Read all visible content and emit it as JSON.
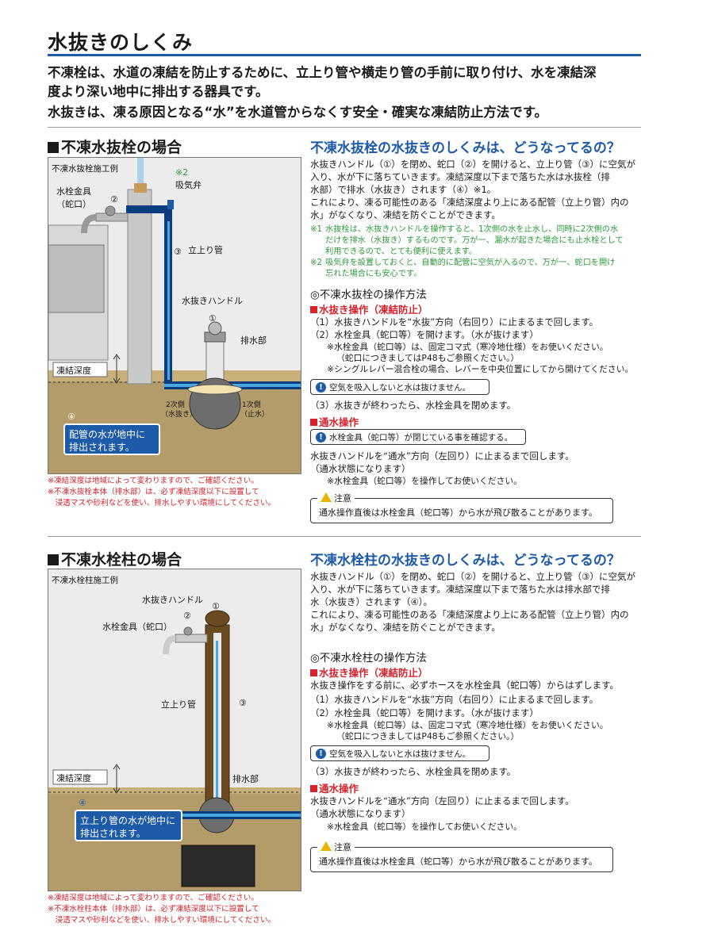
{
  "title": "水抜きのしくみ",
  "intro": [
    "不凍栓は、水道の凍結を防止するために、立上り管や横走り管の手前に取り付け、水を凍結深",
    "度より深い地中に排出する器具です。",
    "水抜きは、凍る原因となる“水”を水道管からなくす安全・確実な凍結防止方法です。"
  ],
  "colors": {
    "accent_blue": "#1d5aa8",
    "warning_red": "#d6222b",
    "note_green": "#2e9a3a"
  },
  "section1": {
    "heading": "不凍水抜栓の場合",
    "diagram": {
      "caption": "不凍水抜栓施工例",
      "label_faucet_a": "水栓金具",
      "label_faucet_b": "（蛇口）",
      "num_faucet": "②",
      "label_valve_num": "※2",
      "label_valve": "吸気弁",
      "num_pipe": "③",
      "label_pipe": "立上り管",
      "label_handle": "水抜きハンドル",
      "num_handle": "①",
      "label_drain": "排水部",
      "label_depth": "凍結深度",
      "label_secondary": "2次側",
      "label_secondary_sub": "（水抜き）",
      "label_primary": "1次側",
      "label_primary_sub": "（止水）",
      "num_discharge": "④",
      "discharge_line1": "配管の水が地中に",
      "discharge_line2": "排出されます。"
    },
    "notes": [
      "※凍結深度は地域によって変わりますので、ご確認ください。",
      "※不凍水抜栓本体（排水部）は、必ず凍結深度以下に設置して",
      "　浸透マスや砂利などを使い、排水しやすい環境にしてください。"
    ],
    "mech_heading": "不凍水抜栓の水抜きのしくみは、どうなってるの？",
    "mech_text": [
      "水抜きハンドル（①）を閉め、蛇口（②）を開けると、立上り管（③）に空気が",
      "入り、水が下に落ちていきます。凍結深度以下まで落ちた水は水抜栓（排",
      "水部）で排水（水抜き）されます（④）※1。",
      "これにより、凍る可能性のある「凍結深度より上にある配管（立上り管）内の",
      "水」がなくなり、凍結を防ぐことができます。"
    ],
    "green_notes": [
      {
        "key": "※1",
        "lines": [
          "水抜栓は、水抜きハンドルを操作すると、1次側の水を止水し、同時に2次側の水",
          "だけを排水（水抜き）するものです。万が一、漏水が起きた場合にも止水栓として",
          "利用できるので、とても便利に使えます。"
        ]
      },
      {
        "key": "※2",
        "lines": [
          "吸気弁を設置しておくと、自動的に配管に空気が入るので、万が一、蛇口を開け",
          "忘れた場合にも安心です。"
        ]
      }
    ],
    "op_title": "◎不凍水抜栓の操作方法",
    "drain_label": "水抜き操作（凍結防止）",
    "drain_steps": [
      "（1）水抜きハンドルを“水抜”方向（右回り）に止まるまで回します。",
      "（2）水栓金具（蛇口等）を開けます。（水が抜けます）"
    ],
    "drain_sub": [
      "※水栓金具（蛇口等）は、固定コマ式（寒冷地仕様）をお使いください。",
      "（蛇口につきましてはP48もご参照ください。）",
      "※シングルレバー混合栓の場合、レバーを中央位置にしてから開けてください。"
    ],
    "info1": "空気を吸入しないと水は抜けません。",
    "drain_step3": "（3）水抜きが終わったら、水栓金具を閉めます。",
    "flow_label": "通水操作",
    "info2": "水栓金具（蛇口等）が閉じている事を確認する。",
    "flow_text": [
      "水抜きハンドルを“通水”方向（左回り）に止まるまで回します。",
      "（通水状態になります）"
    ],
    "flow_sub": "※水栓金具（蛇口等）を操作してお使いください。",
    "caution_label": "注意",
    "caution_text": "通水操作直後は水栓金具（蛇口等）から水が飛び散ることがあります。"
  },
  "section2": {
    "heading": "不凍水栓柱の場合",
    "diagram": {
      "caption": "不凍水栓柱施工例",
      "label_handle": "水抜きハンドル",
      "num_handle": "①",
      "num_faucet": "②",
      "label_faucet": "水栓金具（蛇口）",
      "label_pipe": "立上り管",
      "num_pipe": "③",
      "label_depth": "凍結深度",
      "label_drain": "排水部",
      "num_discharge": "④",
      "discharge_line1": "立上り管の水が地中に",
      "discharge_line2": "排出されます。"
    },
    "notes": [
      "※凍結深度は地域によって変わりますので、ご確認ください。",
      "※不凍水栓柱本体（排水部）は、必ず凍結深度以下に設置して",
      "　浸透マスや砂利などを使い、排水しやすい環境にしてください。"
    ],
    "mech_heading": "不凍水栓柱の水抜きのしくみは、どうなってるの？",
    "mech_text": [
      "水抜きハンドル（①）を閉め、蛇口（②）を開けると、立上り管（③）に空気が",
      "入り、水が下に落ちていきます。凍結深度以下まで落ちた水は排水部で排",
      "水（水抜き）されます（④）。",
      "これにより、凍る可能性のある「凍結深度より上にある配管（立上り管）内の",
      "水」がなくなり、凍結を防ぐことができます。"
    ],
    "op_title": "◎不凍水栓柱の操作方法",
    "drain_label": "水抜き操作（凍結防止）",
    "drain_pre": "水抜き操作をする前に、必ずホースを水栓金具（蛇口等）からはずします。",
    "drain_steps": [
      "（1）水抜きハンドルを“水抜”方向（右回り）に止まるまで回します。",
      "（2）水栓金具（蛇口等）を開けます。（水が抜けます）"
    ],
    "drain_sub": [
      "※水栓金具（蛇口等）は、固定コマ式（寒冷地仕様）をお使いください。",
      "（蛇口につきましてはP48もご参照ください。）"
    ],
    "info1": "空気を吸入しないと水は抜けません。",
    "drain_step3": "（3）水抜きが終わったら、水栓金具を閉めます。",
    "flow_label": "通水操作",
    "flow_text": [
      "水抜きハンドルを“通水”方向（左回り）に止まるまで回します。",
      "（通水状態になります）"
    ],
    "flow_sub": "※水栓金具（蛇口等）を操作してお使いください。",
    "caution_label": "注意",
    "caution_text": "通水操作直後は水栓金具（蛇口等）から水が飛び散ることがあります。"
  }
}
